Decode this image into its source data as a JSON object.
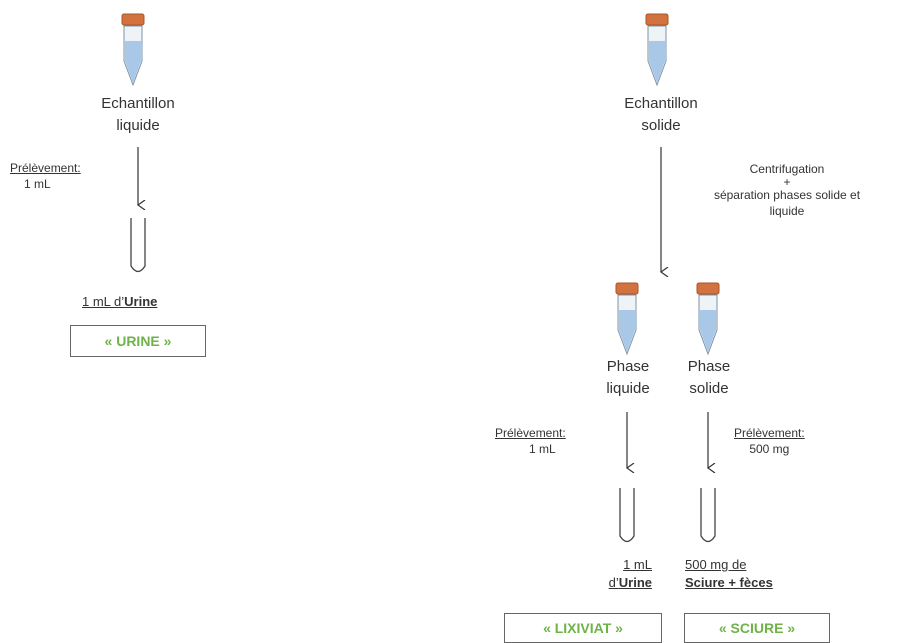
{
  "left": {
    "sample_line1": "Echantillon",
    "sample_line2": "liquide",
    "draw_label": "Prélèvement:",
    "draw_value": "1 mL",
    "result_prefix": "1 mL d’",
    "result_bold": "Urine",
    "box_label": "« URINE »"
  },
  "right": {
    "sample_line1": "Echantillon",
    "sample_line2": "solide",
    "process_line1": "Centrifugation",
    "process_line2": "+",
    "process_line3": "séparation phases solide et",
    "process_line4": "liquide",
    "liquid_phase_line1": "Phase",
    "liquid_phase_line2": "liquide",
    "solid_phase_line1": "Phase",
    "solid_phase_line2": "solide",
    "liquid_draw_label": "Prélèvement:",
    "liquid_draw_value": "1 mL",
    "solid_draw_label": "Prélèvement:",
    "solid_draw_value": "500 mg",
    "liquid_result_line1": "1 mL",
    "liquid_result_prefix": "d’",
    "liquid_result_bold": "Urine",
    "solid_result_line1": "500 mg de",
    "solid_result_bold": "Sciure + fèces",
    "liquid_box_label": "« LIXIVIAT »",
    "solid_box_label": "« SCIURE »"
  },
  "colors": {
    "cap": "#d2733f",
    "liquid": "#a9c8e8",
    "box_text": "#6fb248",
    "line": "#333333"
  }
}
